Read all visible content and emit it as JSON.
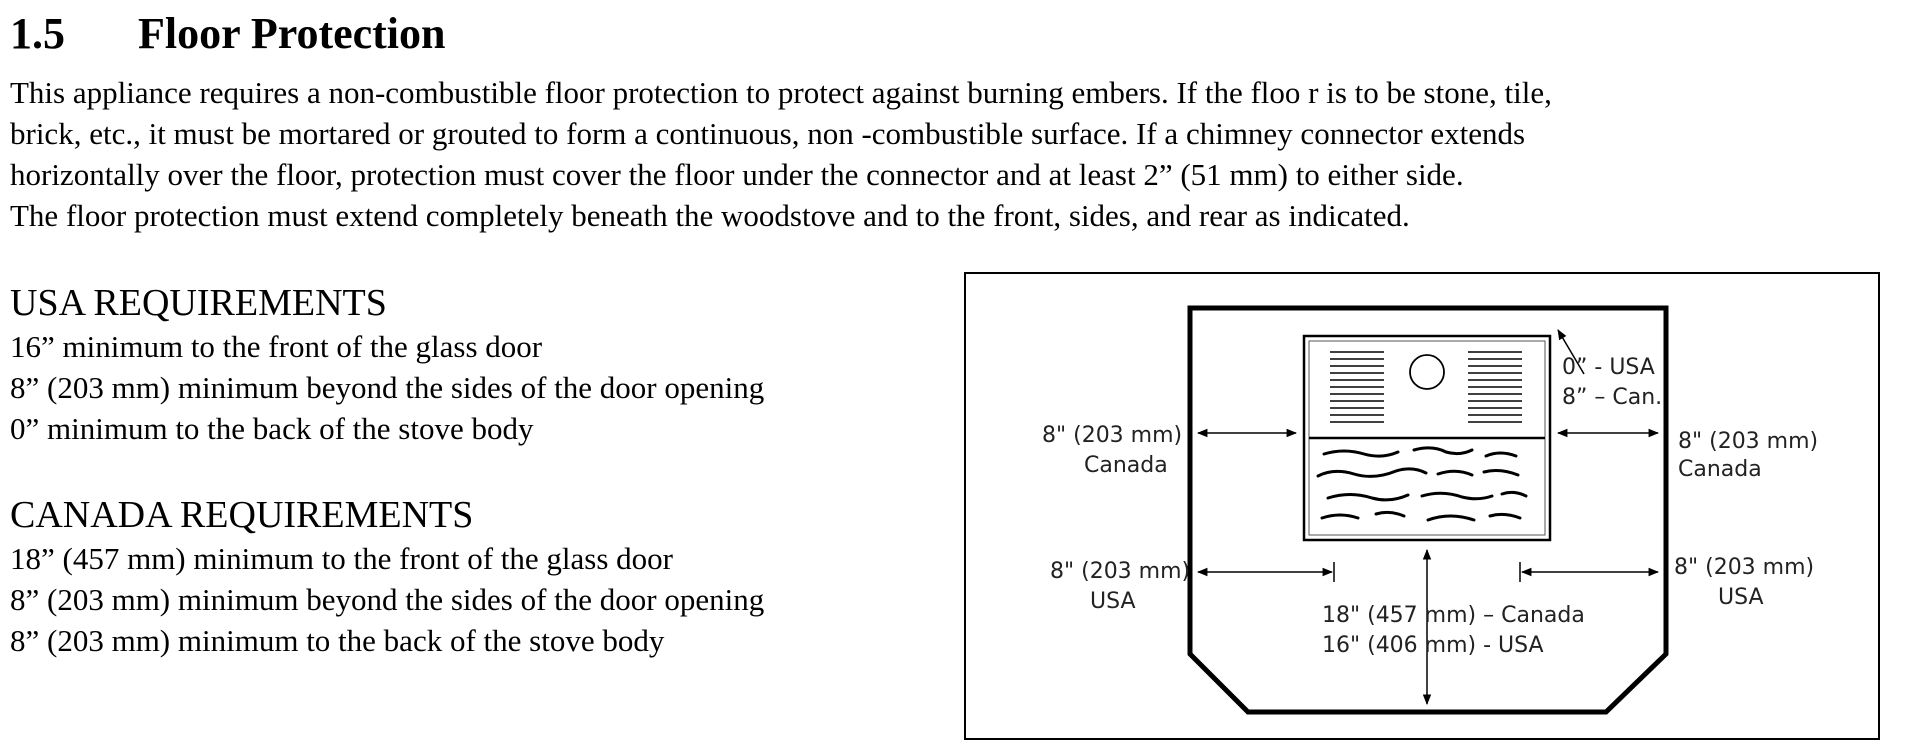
{
  "section": {
    "number": "1.5",
    "title": "Floor Protection"
  },
  "intro_lines": [
    "This appliance requires a non-combustible floor protection to protect against burning embers. If the floo r is to be stone, tile,",
    "brick, etc., it must be mortared or grouted to form a continuous, non    -combustible surface. If a chimney connector extends",
    "horizontally over the floor, protection must cover the floor under the connector and at least 2” (51 mm) to either side.",
    "The floor protection must extend completely beneath the woodstove and to the front, sides, and rear as indicated."
  ],
  "usa": {
    "heading": "USA REQUIREMENTS",
    "items": [
      "16” minimum to the front of the glass door",
      "8” (203 mm) minimum beyond the sides of the door opening",
      "0” minimum to the back of the stove body"
    ]
  },
  "canada": {
    "heading": "CANADA REQUIREMENTS",
    "items": [
      "18” (457 mm) minimum to the front of the glass door",
      "8” (203 mm) minimum beyond the sides of the door opening",
      "8” (203 mm) minimum to the back of the stove body"
    ]
  },
  "diagram": {
    "rear_usa": "0” - USA",
    "rear_canada": "8” – Can.",
    "left_canada_value": "8\" (203 mm)",
    "left_canada_country": "Canada",
    "right_canada_value": "8\" (203 mm)",
    "right_canada_country": "Canada",
    "left_usa_value": "8\" (203 mm)",
    "left_usa_country": "USA",
    "right_usa_value": "8\" (203 mm)",
    "right_usa_country": "USA",
    "front_canada": "18\" (457 mm) – Canada",
    "front_usa": "16\" (406 mm) - USA"
  }
}
